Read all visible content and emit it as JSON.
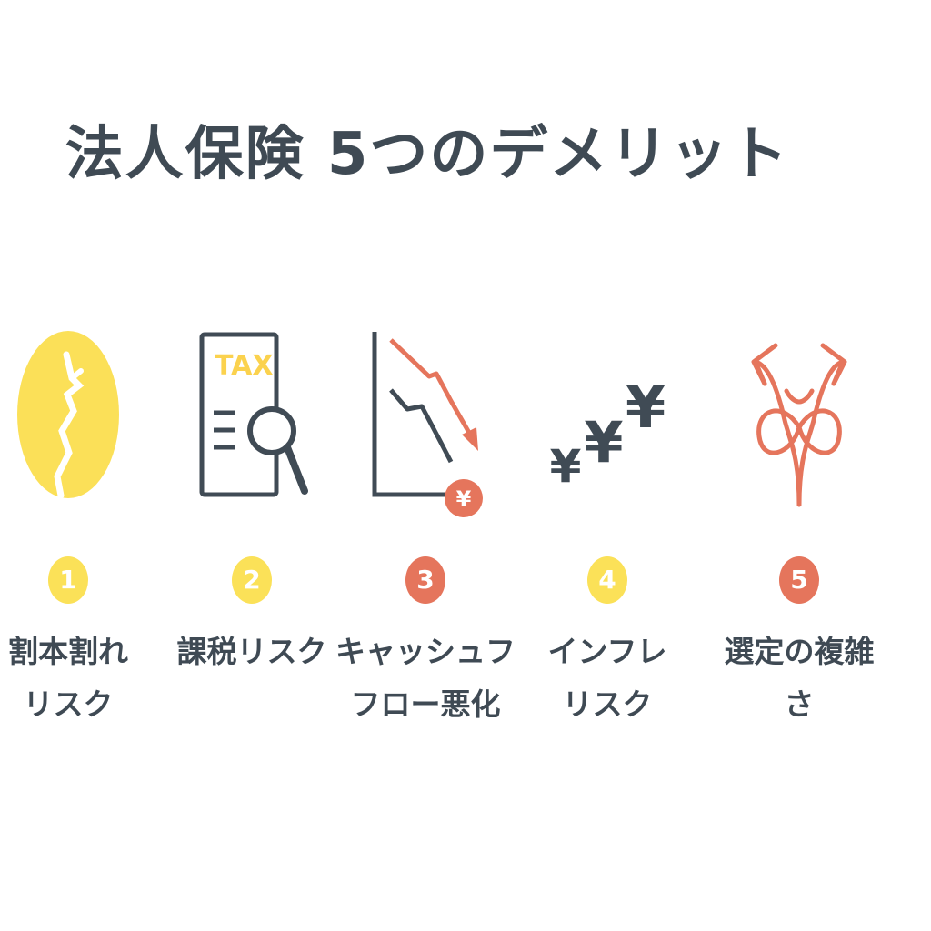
{
  "title": "法人保険 5つのデメリット",
  "colors": {
    "yellow": "#fbdf5a",
    "orange": "#e5755c",
    "dark": "#404b55"
  },
  "items": [
    {
      "number": "1",
      "label_line1": "割本割れ",
      "label_line2": "リスク",
      "icon": "cracked-coin-icon",
      "badge_color": "#fbe158"
    },
    {
      "number": "2",
      "label_line1": "課税リスク",
      "label_line2": "",
      "icon": "tax-document-magnifier-icon",
      "icon_text": "TAX",
      "badge_color": "#fbe158"
    },
    {
      "number": "3",
      "label_line1": "キャッシュフ",
      "label_line2": "フロー悪化",
      "icon": "declining-chart-yen-icon",
      "icon_text": "¥",
      "badge_color": "#e5755c"
    },
    {
      "number": "4",
      "label_line1": "インフレ",
      "label_line2": "リスク",
      "icon": "rising-yen-signs-icon",
      "icon_text": "¥",
      "badge_color": "#fbe158"
    },
    {
      "number": "5",
      "label_line1": "選定の複雑",
      "label_line2": "さ",
      "icon": "tangled-arrows-icon",
      "badge_color": "#e5755c"
    }
  ]
}
